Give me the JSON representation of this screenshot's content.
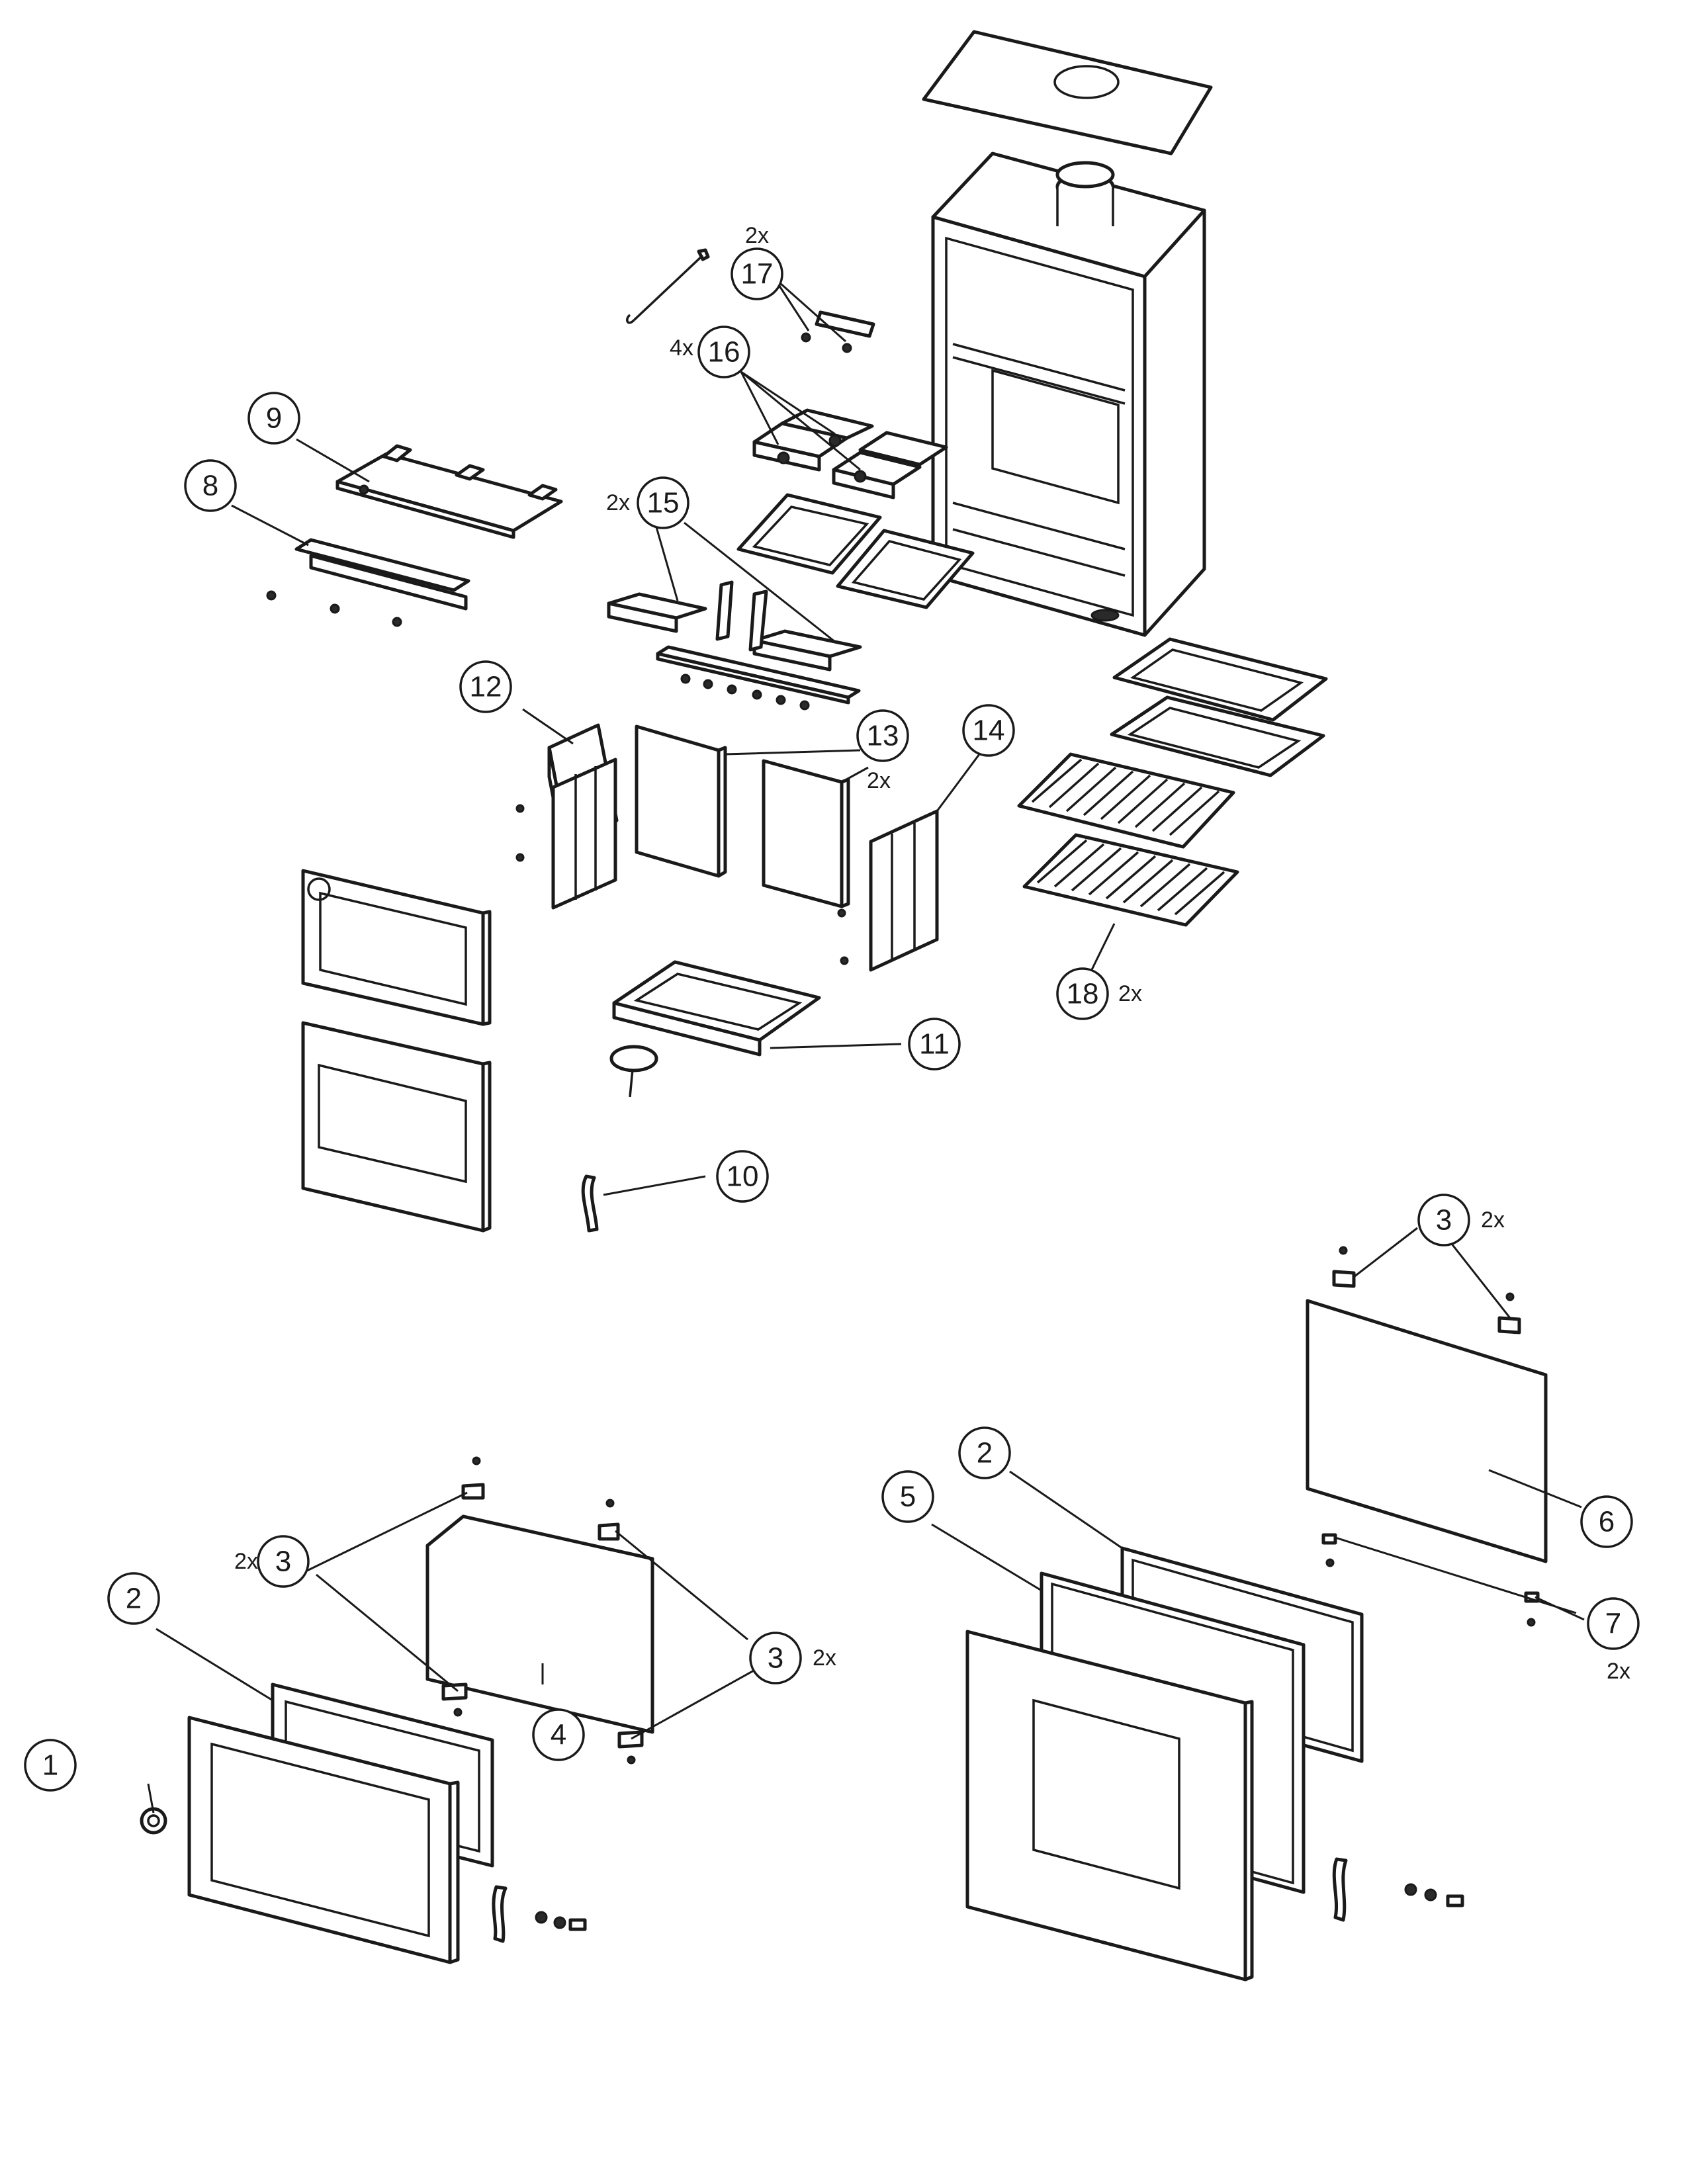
{
  "callouts": [
    {
      "id": "c1",
      "label": "1",
      "qty": ""
    },
    {
      "id": "c2a",
      "label": "2",
      "qty": ""
    },
    {
      "id": "c2b",
      "label": "2",
      "qty": ""
    },
    {
      "id": "c3a",
      "label": "3",
      "qty": "2x"
    },
    {
      "id": "c3b",
      "label": "3",
      "qty": "2x"
    },
    {
      "id": "c3c",
      "label": "3",
      "qty": "2x"
    },
    {
      "id": "c4",
      "label": "4",
      "qty": ""
    },
    {
      "id": "c5",
      "label": "5",
      "qty": ""
    },
    {
      "id": "c6",
      "label": "6",
      "qty": ""
    },
    {
      "id": "c7",
      "label": "7",
      "qty": "2x"
    },
    {
      "id": "c8",
      "label": "8",
      "qty": ""
    },
    {
      "id": "c9",
      "label": "9",
      "qty": ""
    },
    {
      "id": "c10",
      "label": "10",
      "qty": ""
    },
    {
      "id": "c11",
      "label": "11",
      "qty": ""
    },
    {
      "id": "c12",
      "label": "12",
      "qty": ""
    },
    {
      "id": "c13",
      "label": "13",
      "qty": "2x"
    },
    {
      "id": "c14",
      "label": "14",
      "qty": ""
    },
    {
      "id": "c15",
      "label": "15",
      "qty": "2x"
    },
    {
      "id": "c16",
      "label": "16",
      "qty": "4x"
    },
    {
      "id": "c17",
      "label": "17",
      "qty": "2x"
    },
    {
      "id": "c18",
      "label": "18",
      "qty": "2x"
    }
  ]
}
